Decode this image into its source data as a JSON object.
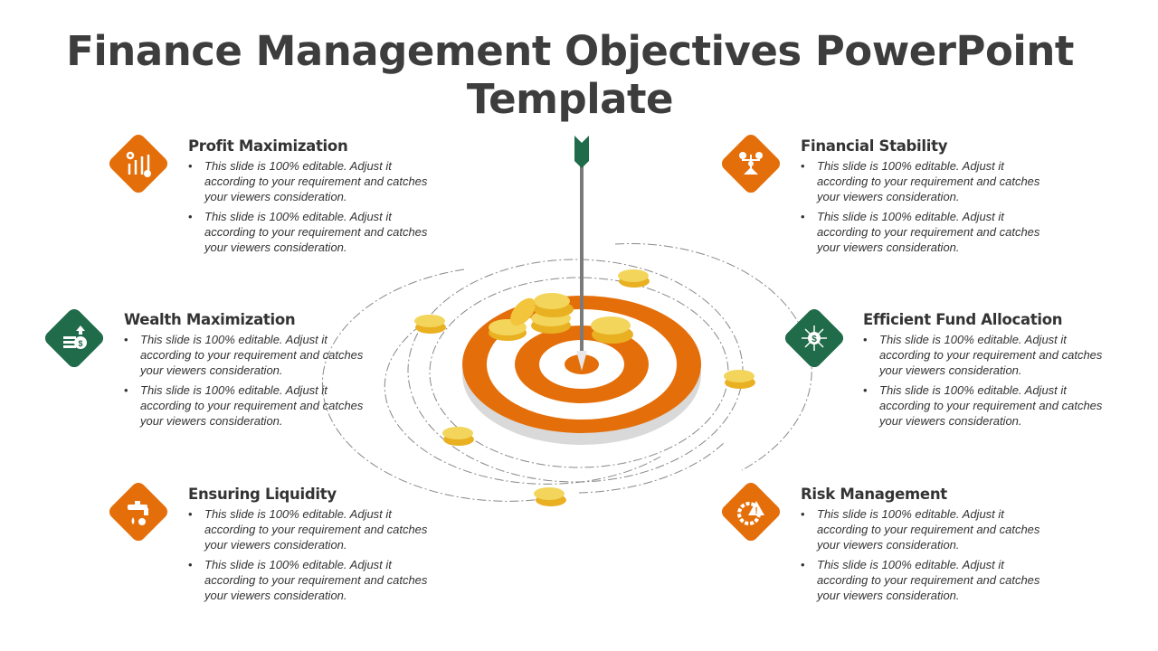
{
  "title": "Finance Management Objectives PowerPoint Template",
  "colors": {
    "orange": "#E46F0A",
    "green": "#1F6B4A",
    "coin": "#F2C53D",
    "text": "#333333"
  },
  "objectives": [
    {
      "heading": "Profit Maximization",
      "icon": "profit-chart-icon",
      "color": "orange",
      "bullets": [
        "This slide is 100% editable. Adjust it according to your requirement and catches your viewers consideration.",
        "This slide is 100% editable. Adjust it according to your requirement and catches your viewers consideration."
      ]
    },
    {
      "heading": "Wealth Maximization",
      "icon": "money-growth-icon",
      "color": "green",
      "bullets": [
        "This slide is 100% editable. Adjust it according to your requirement and catches your viewers consideration.",
        "This slide is 100% editable. Adjust it according to your requirement and catches your viewers consideration."
      ]
    },
    {
      "heading": "Ensuring Liquidity",
      "icon": "faucet-money-icon",
      "color": "orange",
      "bullets": [
        "This slide is 100% editable. Adjust it according to your requirement and catches your viewers consideration.",
        "This slide is 100% editable. Adjust it according to your requirement and catches your viewers consideration."
      ]
    },
    {
      "heading": "Financial Stability",
      "icon": "balance-scale-icon",
      "color": "orange",
      "bullets": [
        "This slide is 100% editable. Adjust it according to your requirement and catches your viewers consideration.",
        "This slide is 100% editable. Adjust it according to your requirement and catches your viewers consideration."
      ]
    },
    {
      "heading": "Efficient Fund Allocation",
      "icon": "fund-network-icon",
      "color": "green",
      "bullets": [
        "This slide is 100% editable. Adjust it according to your requirement and catches your viewers consideration.",
        "This slide is 100% editable. Adjust it according to your requirement and catches your viewers consideration."
      ]
    },
    {
      "heading": "Risk Management",
      "icon": "risk-gear-icon",
      "color": "orange",
      "bullets": [
        "This slide is 100% editable. Adjust it according to your requirement and catches your viewers consideration.",
        "This slide is 100% editable. Adjust it according to your requirement and catches your viewers consideration."
      ]
    }
  ]
}
